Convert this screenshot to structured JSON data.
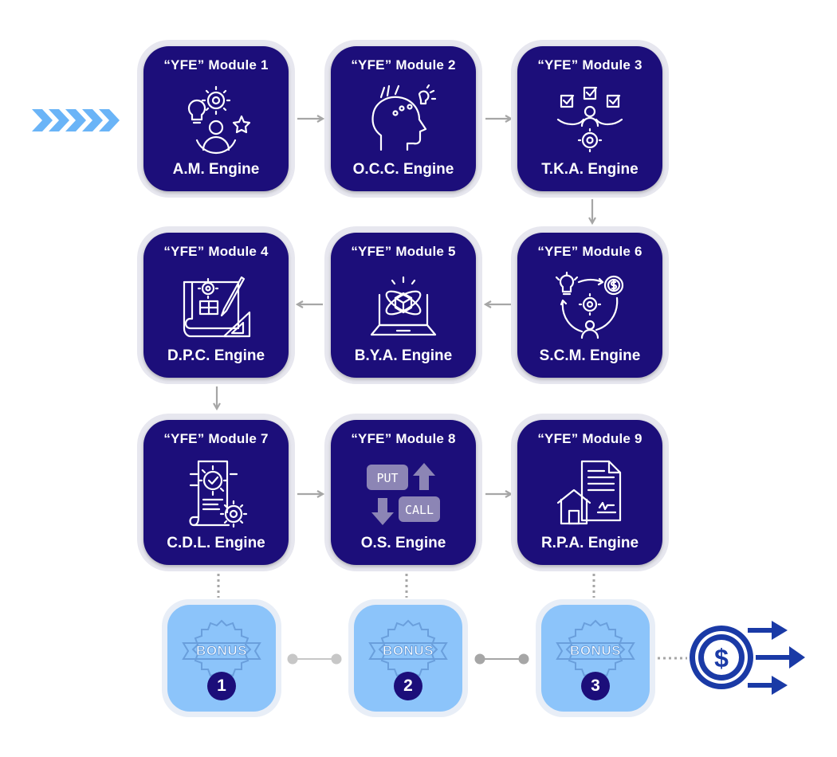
{
  "modules": [
    {
      "title": "“YFE” Module 1",
      "engine": "A.M. Engine",
      "icon": "ideas-gear-person-icon"
    },
    {
      "title": "“YFE” Module 2",
      "engine": "O.C.C. Engine",
      "icon": "creative-head-icon"
    },
    {
      "title": "“YFE” Module 3",
      "engine": "T.K.A. Engine",
      "icon": "checklist-person-gear-icon"
    },
    {
      "title": "“YFE” Module 4",
      "engine": "D.P.C. Engine",
      "icon": "blueprint-design-icon"
    },
    {
      "title": "“YFE” Module 5",
      "engine": "B.Y.A. Engine",
      "icon": "laptop-atom-icon"
    },
    {
      "title": "“YFE” Module 6",
      "engine": "S.C.M. Engine",
      "icon": "idea-money-cycle-icon"
    },
    {
      "title": "“YFE” Module 7",
      "engine": "C.D.L. Engine",
      "icon": "document-check-gear-icon"
    },
    {
      "title": "“YFE” Module 8",
      "engine": "O.S. Engine",
      "icon": "put-call-arrows-icon"
    },
    {
      "title": "“YFE” Module 9",
      "engine": "R.P.A. Engine",
      "icon": "house-contract-icon"
    }
  ],
  "option_labels": {
    "put": "PUT",
    "call": "CALL"
  },
  "bonuses": [
    {
      "label": "BONUS",
      "number": "1"
    },
    {
      "label": "BONUS",
      "number": "2"
    },
    {
      "label": "BONUS",
      "number": "3"
    }
  ],
  "colors": {
    "module_fill": "#1c0e7a",
    "bonus_fill": "#8cc4fa",
    "start_chevrons": "#6ab4f7",
    "payout_blue": "#1a3aa6",
    "connector_gray": "#a6a6a6"
  }
}
